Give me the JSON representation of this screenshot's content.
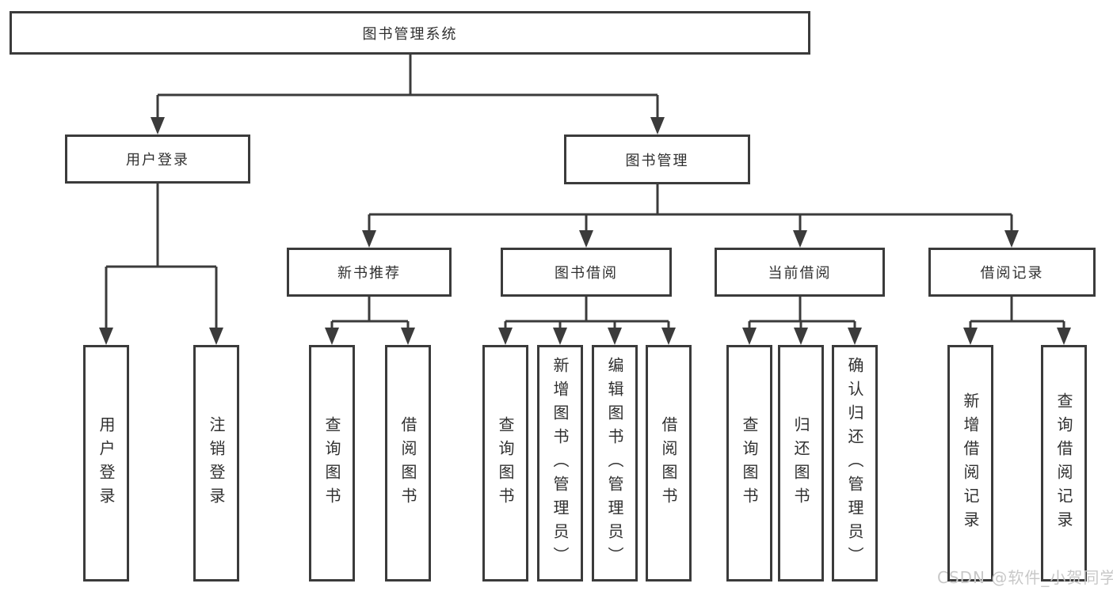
{
  "colors": {
    "line": "#3b3b3b",
    "text": "#303030",
    "watermark": "#c8c8c8",
    "background": "#ffffff"
  },
  "tree": {
    "root": "图书管理系统",
    "branches": [
      {
        "label": "用户登录",
        "children": [
          "用户登录",
          "注销登录"
        ]
      },
      {
        "label": "图书管理",
        "sections": [
          {
            "label": "新书推荐",
            "children": [
              "查询图书",
              "借阅图书"
            ]
          },
          {
            "label": "图书借阅",
            "children": [
              "查询图书",
              "新增图书（管理员）",
              "编辑图书（管理员）",
              "借阅图书"
            ]
          },
          {
            "label": "当前借阅",
            "children": [
              "查询图书",
              "归还图书",
              "确认归还（管理员）"
            ]
          },
          {
            "label": "借阅记录",
            "children": [
              "新增借阅记录",
              "查询借阅记录"
            ]
          }
        ]
      }
    ]
  },
  "watermark": "CSDN @软件_小贺同学"
}
